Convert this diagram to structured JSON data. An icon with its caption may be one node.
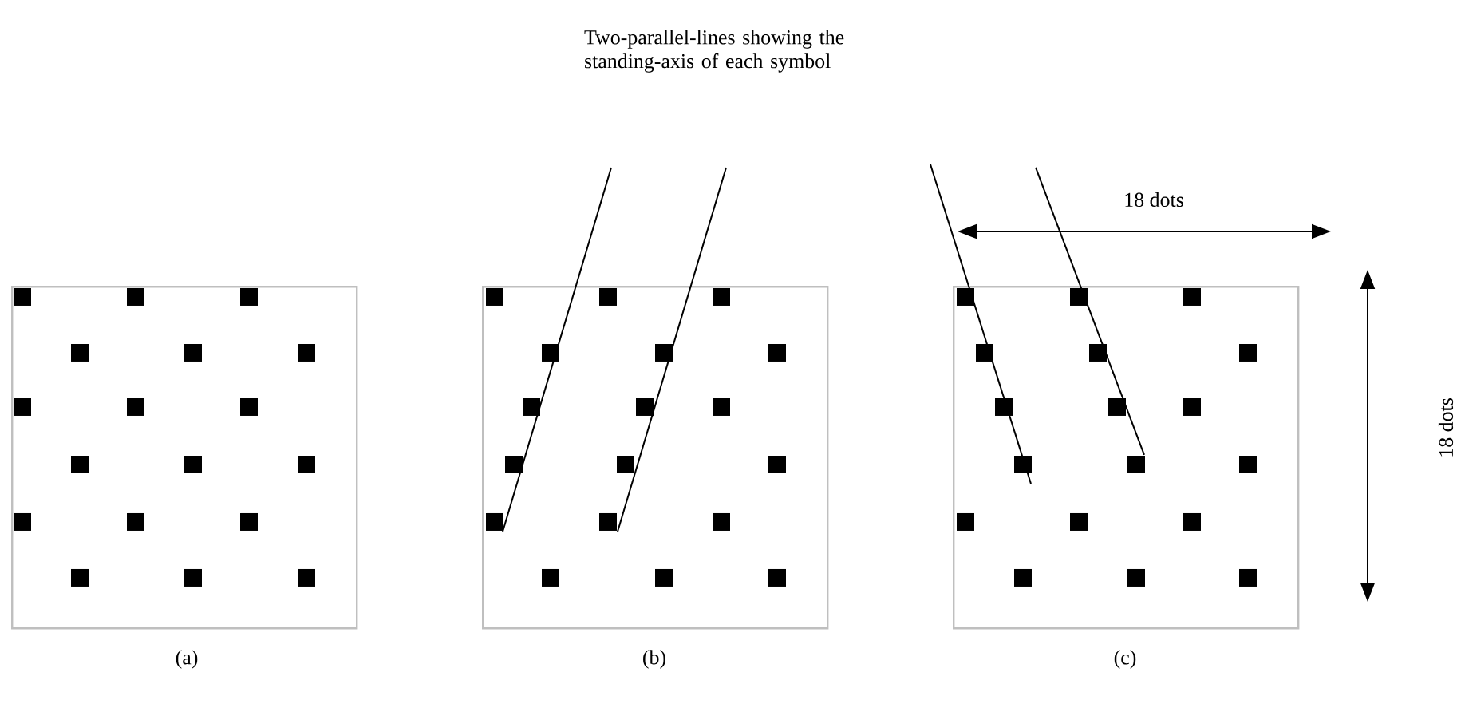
{
  "diagram": {
    "nodes": [
      {
        "text": [],
        "shape": "box",
        "beside": [
          "(a)"
        ]
      },
      {
        "text": [],
        "shape": "box",
        "beside": [
          "(b)"
        ]
      },
      {
        "text": [],
        "shape": "box",
        "beside": [
          "(c)"
        ]
      }
    ],
    "labels": [
      "Two-parallel-lines showing the standing-axis of each symbol",
      "18 dots",
      "18 dots"
    ]
  }
}
